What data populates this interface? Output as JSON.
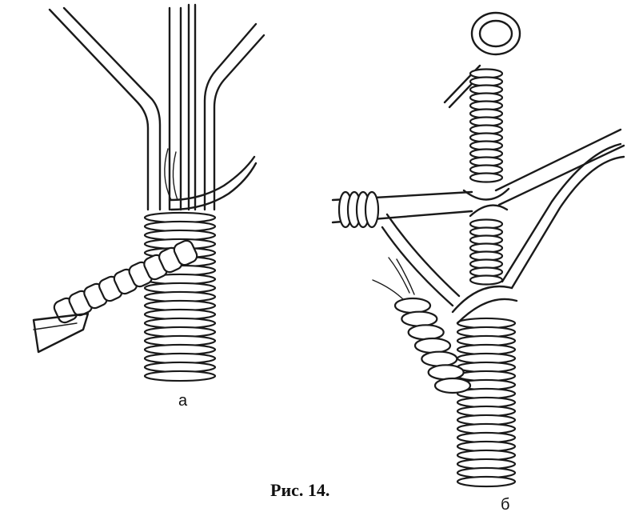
{
  "figure": {
    "caption": "Рис. 14.",
    "label_a": "а",
    "label_b": "б",
    "colors": {
      "ink": "#1a1a1a",
      "paper": "#ffffff"
    }
  }
}
